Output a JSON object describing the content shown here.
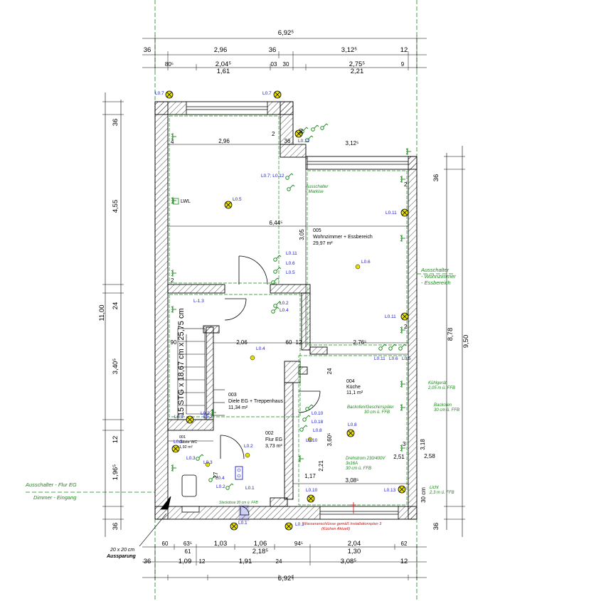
{
  "dims": {
    "total_top": "6,92⁵",
    "total_bottom": "6,92⁵",
    "top_row1": [
      "36",
      "2,96",
      "36",
      "3,12⁵",
      "12"
    ],
    "top_row2": [
      "80⁵",
      "2,04⁵",
      "03",
      "30",
      "2,75⁵",
      "9"
    ],
    "top_row3": [
      "1,61",
      "2,21"
    ],
    "bottom_row1": [
      "60",
      "63⁵",
      "1,03",
      "1,06",
      "94⁵",
      "2,04",
      "62"
    ],
    "bottom_row2": [
      "61",
      "2,18⁵",
      "1,30"
    ],
    "bottom_row3": [
      "36",
      "1,09",
      "12",
      "1,91",
      "24",
      "3,08⁵",
      "12"
    ],
    "left_outer": "11,00",
    "left_segments": [
      "36",
      "4,55",
      "24",
      "3,40⁵",
      "12",
      "1,96⁵",
      "36"
    ],
    "right_outer": "9,50",
    "right_inner": "8,78",
    "right_segments": [
      "36",
      "36"
    ],
    "inner": {
      "d296": "2,96",
      "d36": "36",
      "d312": "3,12⁵",
      "d30": "30",
      "d644": "6,44⁵",
      "d305": "3,05",
      "d206": "2,06",
      "d90": "90",
      "d60": "60",
      "d12": "12",
      "d276": "2,76⁵",
      "d24": "24",
      "d360": "3,60⁵",
      "d117": "1,17",
      "d308": "3,08⁵",
      "d251": "2,51",
      "d258": "2,58",
      "d318": "3,18",
      "d221": "2,21",
      "d27": "27",
      "d30cm": "30 cm"
    }
  },
  "rooms": [
    {
      "id": "005",
      "name": "Wohnzimmer + Essbereich",
      "area": "29,97 m²"
    },
    {
      "id": "004",
      "name": "Küche",
      "area": "11,1 m²"
    },
    {
      "id": "003",
      "name": "Diele EG + Treppenhaus",
      "area": "11,34 m²"
    },
    {
      "id": "002",
      "name": "Flur EG",
      "area": "3,73 m²"
    },
    {
      "id": "001",
      "name": "Gäste WC",
      "area": "1,92 m²"
    }
  ],
  "stairs": "15 STG x 18,67 cm x 25,75 cm",
  "light_labels": {
    "l07a": "L0.7",
    "l07b": "L0.7",
    "l012a": "L0.12",
    "l0712": "L0.7; L0.12",
    "l05": "L0.5",
    "l011a": "L0.11",
    "l011b": "L0.11",
    "l011c": "L0.11",
    "l06a": "L0.6",
    "l06b": "L0.6",
    "l05b": "L0.5",
    "l05c": "L0.5",
    "lm13": "L-1.3",
    "l02a": "L0.2",
    "l04a": "L0.4",
    "l04b": "L0.4",
    "l011d": "L0.11",
    "l06c": "L0.6",
    "l05d": "L0.5",
    "l010a": "L0.10",
    "l018": "L0.18",
    "l08a": "L0.8",
    "l08b": "L0.8",
    "l010b": "L0.10",
    "l010c": "L0.10",
    "l013": "L0.13",
    "l09": "L0.9",
    "l02b": "L0.2",
    "l03a": "L0.3",
    "l03b": "L0.3",
    "l03c": "L0.3",
    "l02c": "L0.2",
    "l04c": "L0.4",
    "l02d": "L0.2",
    "l01a": "L0.1",
    "l01b": "L0.1",
    "l02e": "L0.2",
    "l01c": "L0.1"
  },
  "notes": {
    "lwl": "LWL",
    "ausschalter_markise": [
      "Ausschalter",
      "- Markise"
    ],
    "ausschalter_wohn": [
      "Ausschalter",
      "- Wohnzimmer",
      "- Essbereich"
    ],
    "kuehlgeraet": [
      "Kühlgerät",
      "2,05 m ü. FFB"
    ],
    "backofen_r": [
      "Backofen",
      "30 cm ü. FFB"
    ],
    "backofen_gs": [
      "Backofen/Geschirrspüler",
      "30 cm ü. FFB"
    ],
    "drehstrom": [
      "Drehstrom 230/400V",
      "3x16A",
      "30 cm ü. FFB"
    ],
    "licht": [
      "Licht",
      "2,3 m ü. FFB"
    ],
    "flur_eg": "Ausschalter - Flur EG",
    "dimmer": "Dimmer - Eingang",
    "steckdose": "Steckdose 30 cm ü. FFB",
    "wasser": [
      "Wasseranschlüsse gemäß Installationsplan 3",
      "(Küchen Aktuell)"
    ],
    "aussparung_size": "20 x 20 cm",
    "aussparung": "Aussparung"
  },
  "numbers": {
    "n2": "2",
    "n4": "4",
    "n3": "3"
  },
  "colors": {
    "wall_hatch": "#000000",
    "switch_green": "#1a8a1a",
    "label_blue": "#1a1ac8",
    "lamp_yellow": "#e8e000",
    "note_red": "#d01010"
  }
}
